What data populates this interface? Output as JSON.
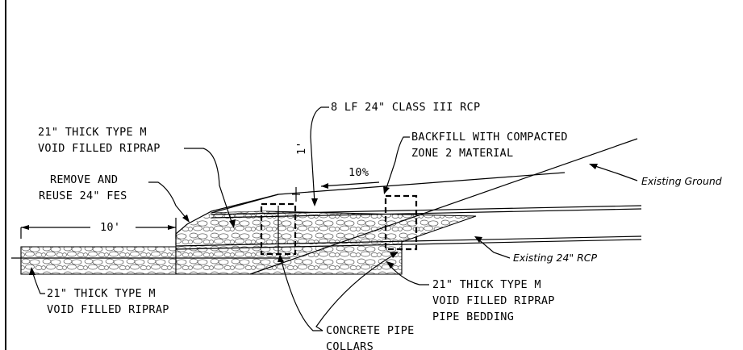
{
  "labels": {
    "rcp_pipe": "8 LF 24\" CLASS III RCP",
    "riprap_top_1": "21\" THICK TYPE M",
    "riprap_top_2": "VOID FILLED RIPRAP",
    "backfill_1": "BACKFILL WITH COMPACTED",
    "backfill_2": "ZONE 2 MATERIAL",
    "slope": "10%",
    "cover": "1'",
    "remove_1": "REMOVE AND",
    "remove_2": "REUSE 24\" FES",
    "existing_ground": "Existing Ground",
    "dimension": "10'",
    "existing_rcp": "Existing 24\" RCP",
    "bedding_1": "21\" THICK TYPE M",
    "bedding_2": "VOID FILLED RIPRAP",
    "bedding_3": "PIPE BEDDING",
    "riprap_bottom_1": "21\" THICK TYPE M",
    "riprap_bottom_2": "VOID FILLED RIPRAP",
    "collars_1": "CONCRETE PIPE",
    "collars_2": "COLLARS"
  }
}
